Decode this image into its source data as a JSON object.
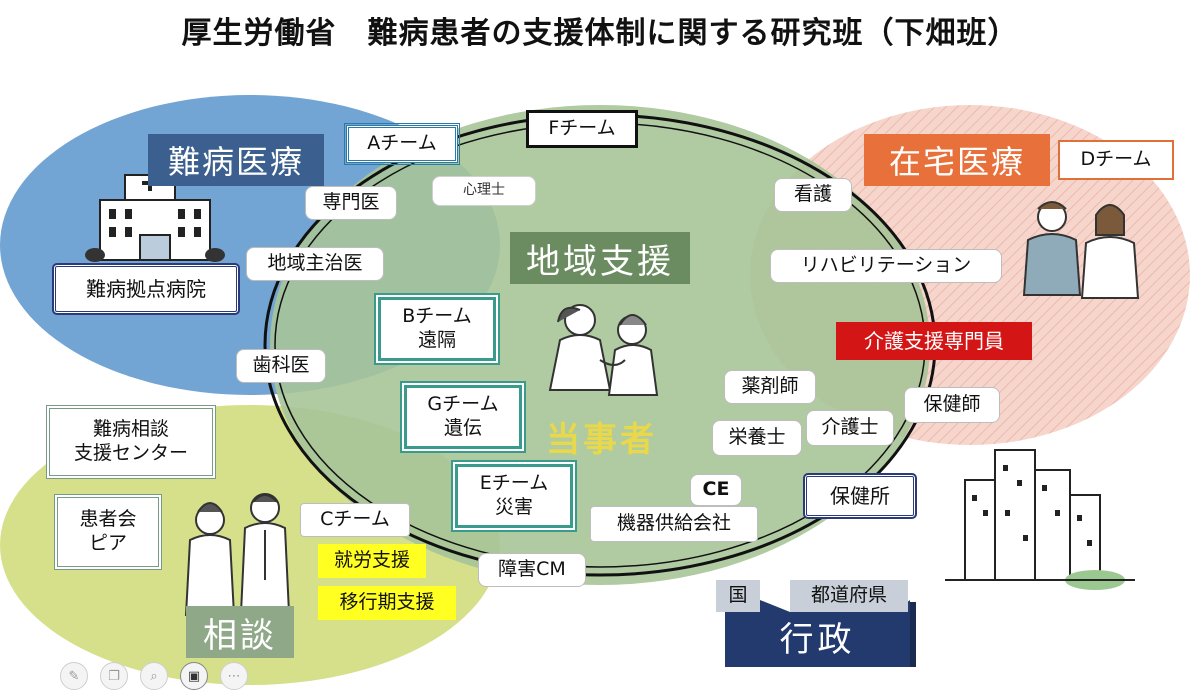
{
  "title": "厚生労働省　難病患者の支援体制に関する研究班（下畑班）",
  "colors": {
    "nanbyo_region": "#6a9fd2",
    "zaitaku_region": "#f2c9bd",
    "chiiki_region": "#a7c498",
    "sodan_region": "#d6e08a",
    "gyosei": "#233a6e"
  },
  "regions": {
    "nanbyo": "難病医療",
    "zaitaku": "在宅医療",
    "chiiki": "地域支援",
    "sodan": "相談",
    "center": "当事者"
  },
  "teams": {
    "a": "Aチーム",
    "b": "Bチーム\n遠隔",
    "c": "Cチーム",
    "d": "Dチーム",
    "e": "Eチーム\n災害",
    "f": "Fチーム",
    "g": "Gチーム\n遺伝"
  },
  "labels": {
    "senmon": "専門医",
    "shinri": "心理士",
    "chiiki_shuchi": "地域主治医",
    "shika": "歯科医",
    "kyoten": "難病拠点病院",
    "kango": "看護",
    "reha": "リハビリテーション",
    "kaigo_senmon": "介護支援専門員",
    "yakuzai": "薬剤師",
    "hokenshi": "保健師",
    "eiyo": "栄養士",
    "kaigoshi": "介護士",
    "ce": "CE",
    "kiki": "機器供給会社",
    "hokenjo": "保健所",
    "shogai": "障害CM",
    "shuro": "就労支援",
    "iko": "移行期支援",
    "sodan_center": "難病相談\n支援センター",
    "kanja": "患者会\nピア"
  },
  "gyosei": {
    "main": "行政",
    "kuni": "国",
    "todofuken": "都道府県"
  },
  "icons": [
    "hospital-icon",
    "nurse-care-icon",
    "doctors-icon",
    "home-nurses-icon",
    "city-buildings-icon"
  ],
  "toolbar": [
    "pen-icon",
    "copy-icon",
    "zoom-icon",
    "camera-icon",
    "more-icon"
  ]
}
